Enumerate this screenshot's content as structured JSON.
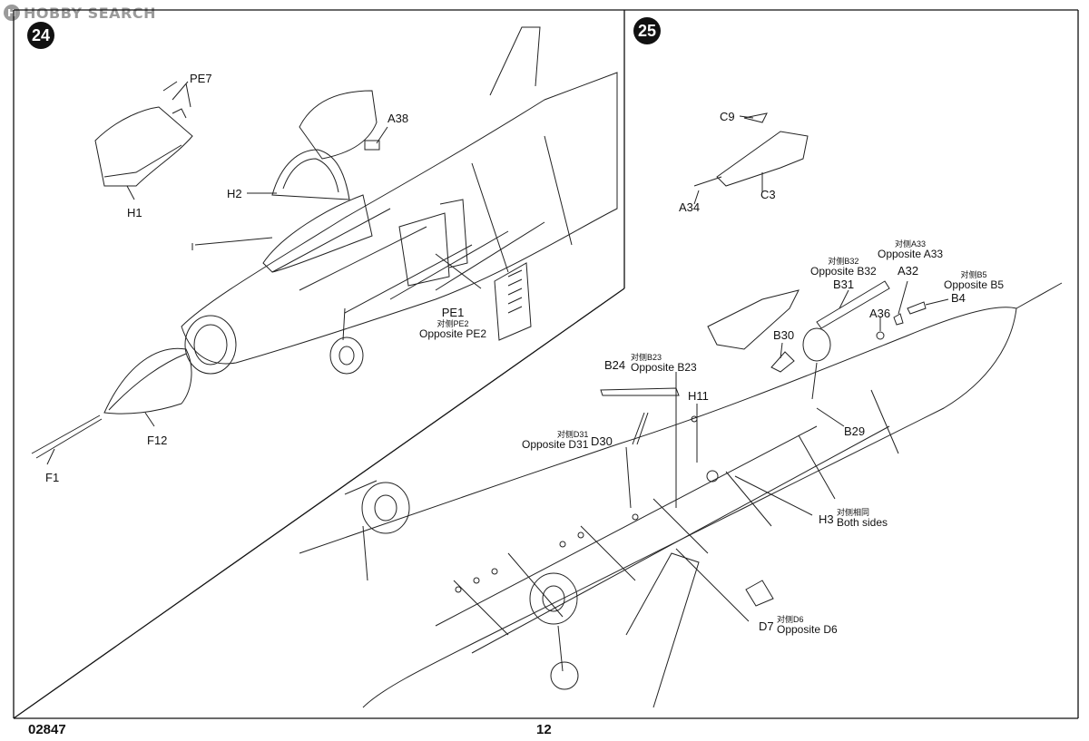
{
  "watermark": {
    "logo_glyph": "H",
    "text": "HOBBY SEARCH"
  },
  "steps": {
    "left_number": "24",
    "right_number": "25"
  },
  "step24_labels": {
    "pe7": "PE7",
    "h1": "H1",
    "a38": "A38",
    "h2": "H2",
    "pe1": "PE1",
    "pe2_cn": "对侧PE2",
    "pe2_en": "Opposite PE2",
    "f12": "F12",
    "f1": "F1"
  },
  "step25_labels": {
    "c9": "C9",
    "c3": "C3",
    "a34": "A34",
    "a33_cn": "对侧A33",
    "a33_en": "Opposite A33",
    "b32_cn": "对侧B32",
    "b32_en": "Opposite B32",
    "a32": "A32",
    "b5_cn": "对侧B5",
    "b5_en": "Opposite B5",
    "b31": "B31",
    "b4": "B4",
    "a36": "A36",
    "b30": "B30",
    "b23_cn": "对侧B23",
    "b23_en": "Opposite B23",
    "b24": "B24",
    "h11": "H11",
    "d31_cn": "对侧D31",
    "d31_en": "Opposite D31",
    "d30": "D30",
    "b29": "B29",
    "h3": "H3",
    "h3_cn": "对侧相同",
    "h3_en": "Both sides",
    "d7": "D7",
    "d6_cn": "对侧D6",
    "d6_en": "Opposite D6"
  },
  "footer": {
    "product_code": "02847",
    "page_number": "12"
  }
}
